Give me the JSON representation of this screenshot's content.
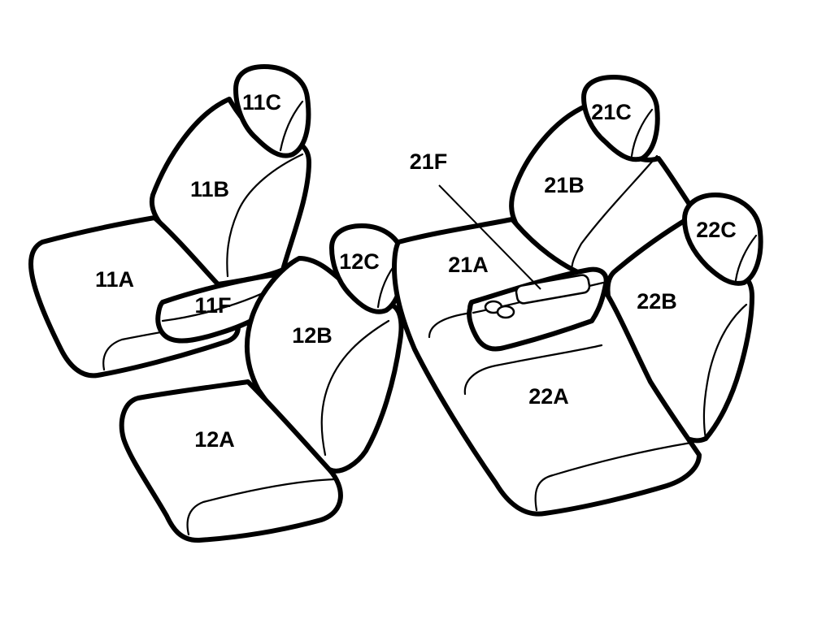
{
  "labels": {
    "seat_11A": "11A",
    "seat_11B": "11B",
    "seat_11C": "11C",
    "seat_11F": "11F",
    "seat_12A": "12A",
    "seat_12B": "12B",
    "seat_12C": "12C",
    "seat_21A": "21A",
    "seat_21B": "21B",
    "seat_21C": "21C",
    "seat_21F": "21F",
    "seat_22A": "22A",
    "seat_22B": "22B",
    "seat_22C": "22C"
  },
  "colors": {
    "stroke": "#000000",
    "background": "#ffffff"
  }
}
